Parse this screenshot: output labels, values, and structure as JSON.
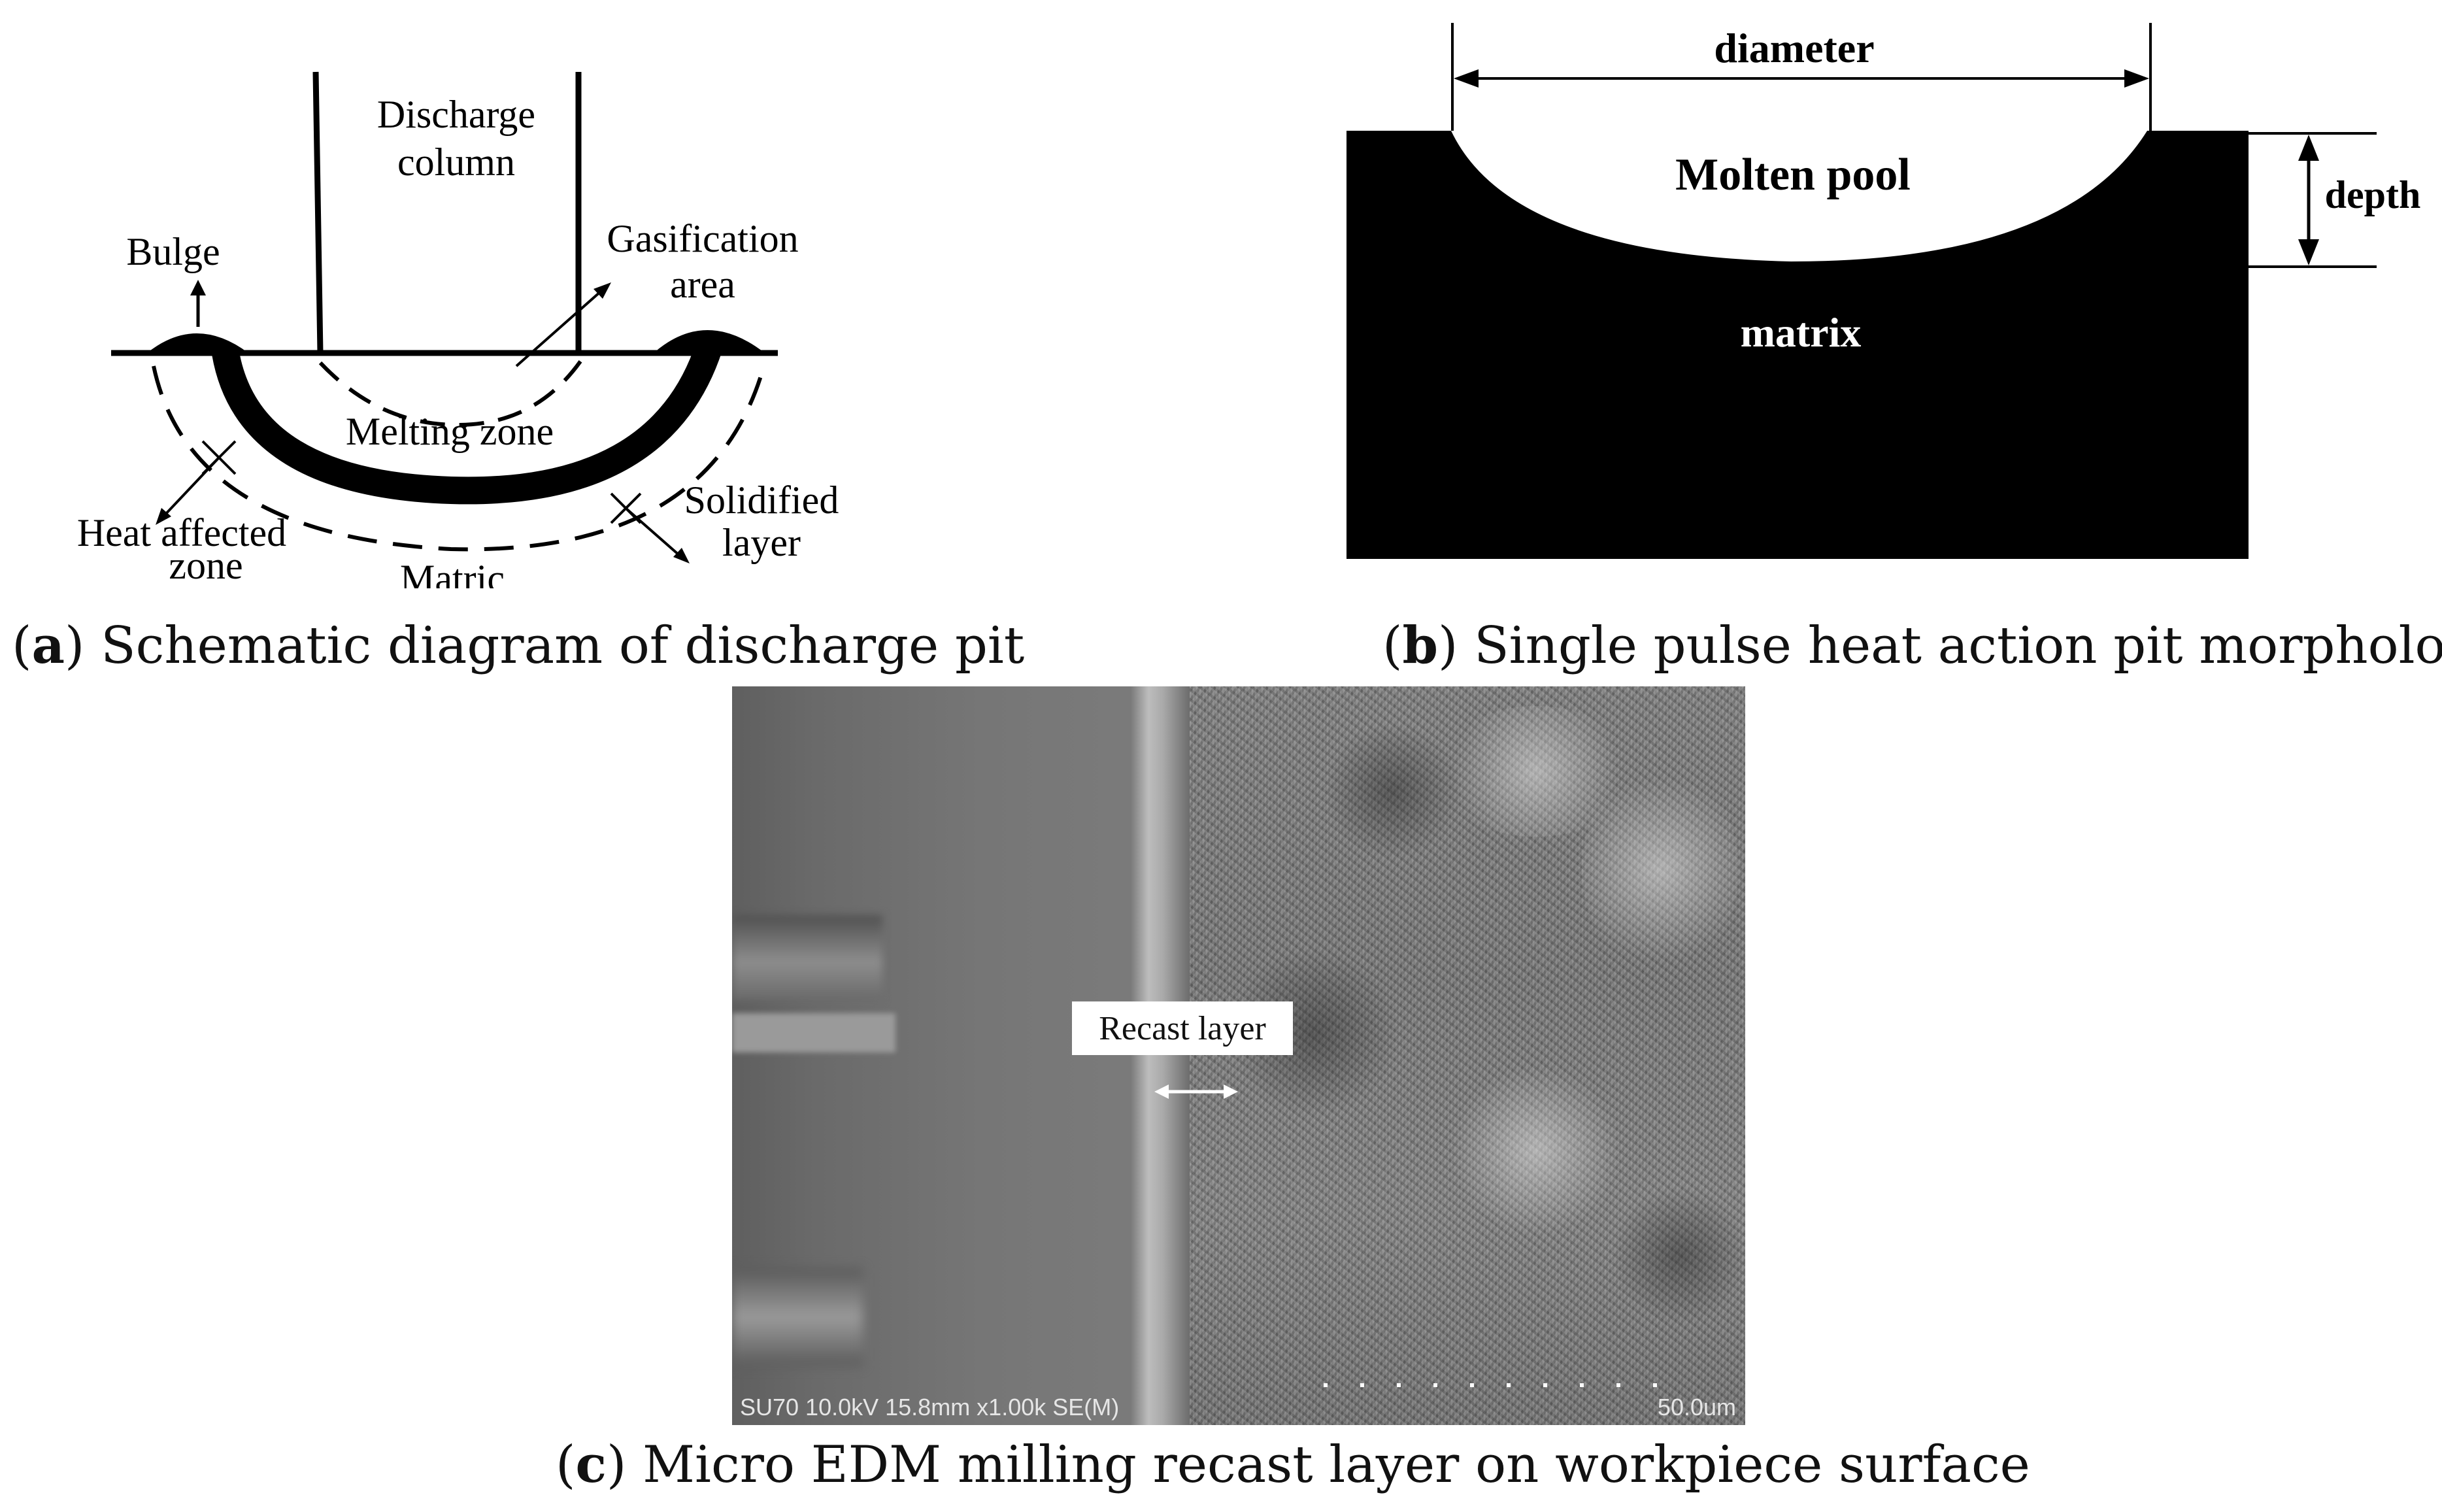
{
  "panel_a": {
    "discharge_column": [
      "Discharge",
      "column"
    ],
    "bulge": "Bulge",
    "gasification": [
      "Gasification",
      "area"
    ],
    "melting_zone": "Melting zone",
    "heat_affected": [
      "Heat affected",
      "zone"
    ],
    "solidified": [
      "Solidified",
      "layer"
    ],
    "matric": "Matric",
    "caption_letter": "a",
    "caption_text": " Schematic diagram of discharge pit"
  },
  "panel_b": {
    "diameter": "diameter",
    "depth": "depth",
    "molten_pool": "Molten pool",
    "matrix": "matrix",
    "caption_letter": "b",
    "caption_text": " Single pulse heat action pit morphology"
  },
  "panel_c": {
    "recast_layer": "Recast layer",
    "sem_info": "SU70 10.0kV 15.8mm x1.00k SE(M)",
    "scale_bar": "50.0um",
    "caption_letter": "c",
    "caption_text": " Micro EDM milling recast layer on workpiece surface"
  }
}
